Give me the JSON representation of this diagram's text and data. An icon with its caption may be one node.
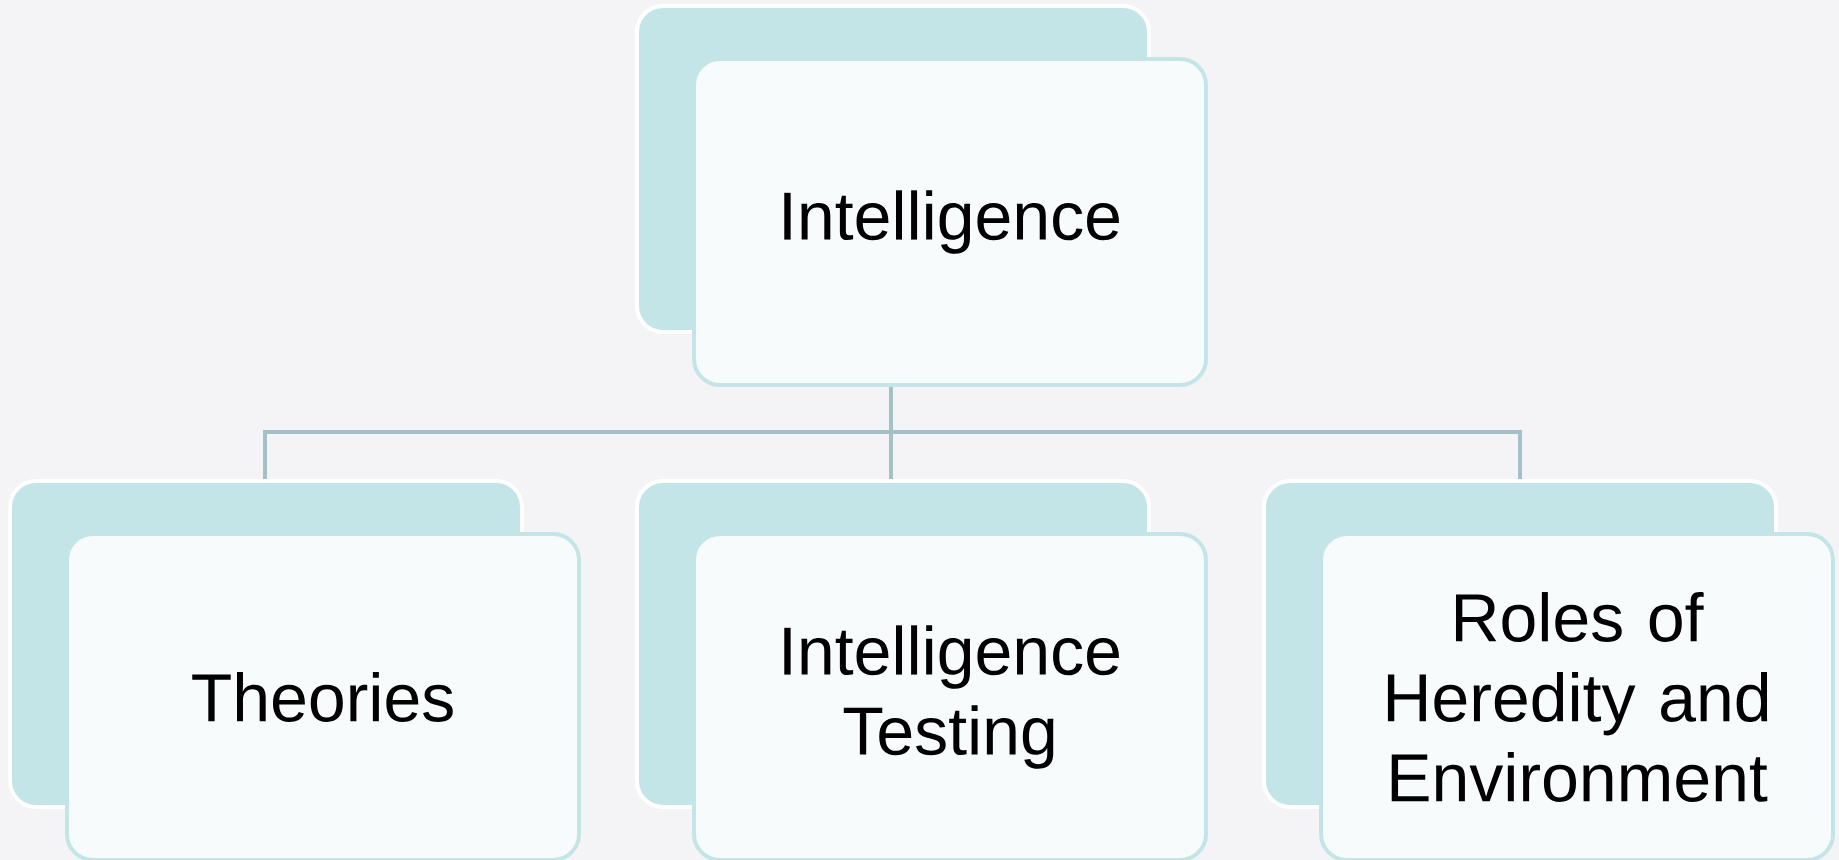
{
  "diagram": {
    "nodes": [
      {
        "text": [
          "Intelligence"
        ]
      },
      {
        "text": [
          "Theories"
        ]
      },
      {
        "text": [
          "Intelligence Testing"
        ]
      },
      {
        "text": [
          "Roles of Heredity and Environment"
        ]
      }
    ],
    "edges": [
      {
        "from": 0,
        "to": 1,
        "arrow": "none"
      },
      {
        "from": 0,
        "to": 2,
        "arrow": "none"
      },
      {
        "from": 0,
        "to": 3,
        "arrow": "none"
      }
    ]
  }
}
